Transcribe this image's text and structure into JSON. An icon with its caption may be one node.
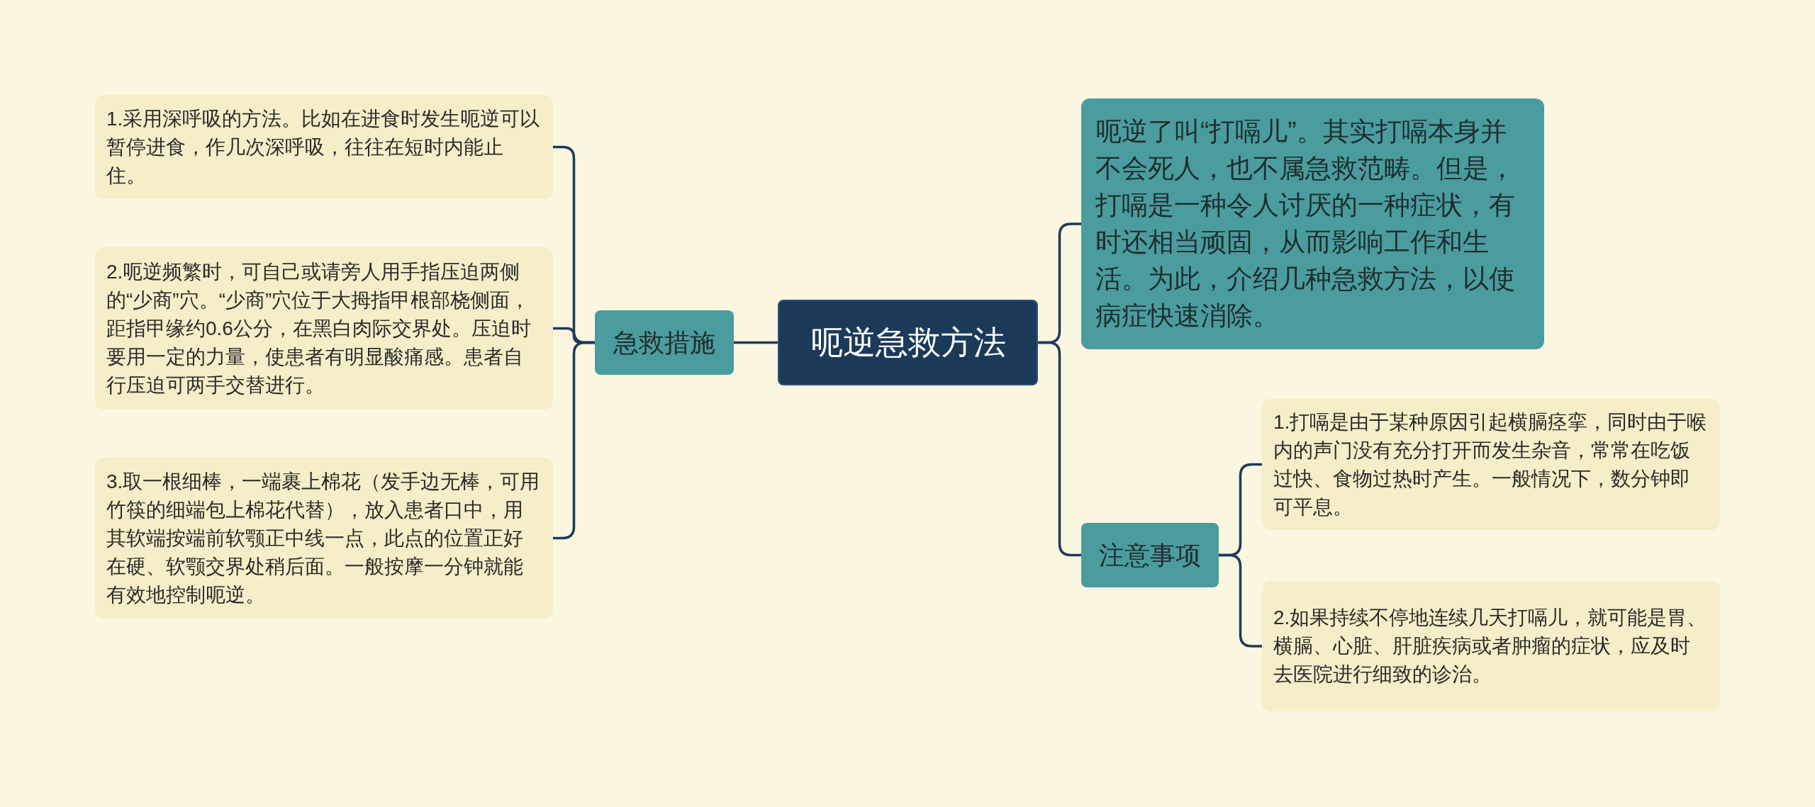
{
  "diagram": {
    "nodes": [
      {
        "text": [
          "呃逆急救方法"
        ]
      },
      {
        "text": [
          "急救措施"
        ]
      },
      {
        "text": [
          "1.采用深呼吸的方法。比如在进食时发生呃逆可以暂停进食，作几次深呼吸，往往在短时内能止住。"
        ]
      },
      {
        "text": [
          "2.呃逆频繁时，可自己或请旁人用手指压迫两侧的“少商”穴。“少商”穴位于大拇指甲根部桡侧面，距指甲缘约0.6公分，在黑白肉际交界处。压迫时要用一定的力量，使患者有明显酸痛感。患者自行压迫可两手交替进行。"
        ]
      },
      {
        "text": [
          "3.取一根细棒，一端裹上棉花（发手边无棒，可用竹筷的细端包上棉花代替），放入患者口中，用其软端按端前软颚正中线一点，此点的位置正好在硬、软颚交界处稍后面。一般按摩一分钟就能有效地控制呃逆。"
        ]
      },
      {
        "text": [
          "呃逆了叫“打嗝儿”。其实打嗝本身并不会死人，也不属急救范畴。但是，打嗝是一种令人讨厌的一种症状，有时还相当顽固，从而影响工作和生活。为此，介绍几种急救方法，以使病症快速消除。"
        ]
      },
      {
        "text": [
          "注意事项"
        ]
      },
      {
        "text": [
          "1.打嗝是由于某种原因引起横膈痉挛，同时由于喉内的声门没有充分打开而发生杂音，常常在吃饭过快、食物过热时产生。一般情况下，数分钟即可平息。"
        ]
      },
      {
        "text": [
          "2.如果持续不停地连续几天打嗝儿，就可能是胃、横膈、心脏、肝脏疾病或者肿瘤的症状，应及时去医院进行细致的诊治。"
        ]
      }
    ],
    "edges": [
      {
        "from": 0,
        "to": 1,
        "arrow": "none"
      },
      {
        "from": 1,
        "to": 2,
        "arrow": "none"
      },
      {
        "from": 1,
        "to": 3,
        "arrow": "none"
      },
      {
        "from": 1,
        "to": 4,
        "arrow": "none"
      },
      {
        "from": 0,
        "to": 5,
        "arrow": "none"
      },
      {
        "from": 0,
        "to": 6,
        "arrow": "none"
      },
      {
        "from": 6,
        "to": 7,
        "arrow": "none"
      },
      {
        "from": 6,
        "to": 8,
        "arrow": "none"
      }
    ]
  }
}
